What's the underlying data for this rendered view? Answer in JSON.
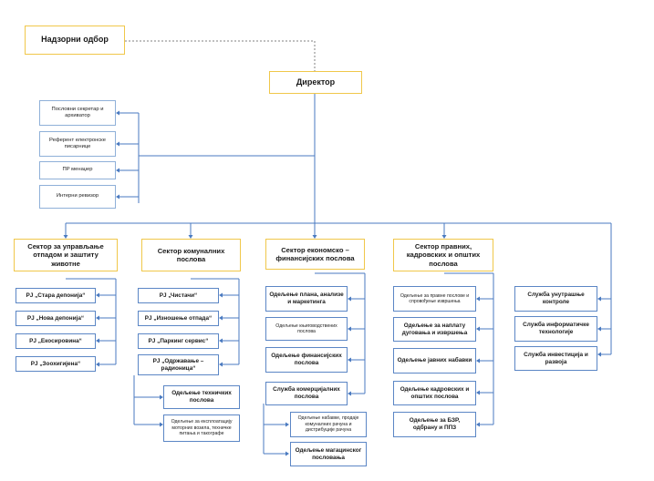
{
  "supervisory_board": "Надзорни одбор",
  "director": "Директор",
  "staff": [
    "Пословни секретар и архиватор",
    "Референт електронске писарнице",
    "ПР менаџер",
    "Интерни ревизор"
  ],
  "sectors": [
    {
      "title": "Сектор за управљање отпадом и заштиту животне",
      "units": [
        "РЈ „Стара депонија“",
        "РЈ „Нова депонија“",
        "РЈ „Екосировина“",
        "РЈ „Зоохигијена“"
      ]
    },
    {
      "title": "Сектор комуналних послова",
      "units": [
        "РЈ „Чистачи“",
        "РЈ „Изношење отпада“",
        "РЈ „Паркинг сервис“",
        "РЈ „Одржавање – радионица“"
      ],
      "subunits": [
        "Одељење техничких послова",
        "Одељење за експлоатацију моторних возила, техничке питања и такографе"
      ]
    },
    {
      "title": "Сектор економско – финансијских послова",
      "units": [
        "Одељење плана, анализе и маркетинга",
        "Одељење књиговодствених послова",
        "Одељење финансијских послова",
        "Служба комерцијалних послова"
      ],
      "subunits": [
        "Одељење набавке, продаје комуналних рачуна и дистрибуције рачуна",
        "Одељење магацинског пословања"
      ]
    },
    {
      "title": "Сектор правних, кадровских и општих послова",
      "units": [
        "Одељење за правне послове и спровођење извршења",
        "Одељење за наплату дуговања и извршења",
        "Одељење јавних набавки",
        "Одељење кадровских и општих послова",
        "Одељење за БЗР, одбрану и ППЗ"
      ]
    },
    {
      "units": [
        "Служба унутрашње контроле",
        "Служба информатичке технологије",
        "Служба инвестиција и развоја"
      ]
    }
  ],
  "colors": {
    "sector_border": "#f0c74a",
    "connector": "#4a7ac0",
    "unit_border": "#5b86c5"
  }
}
